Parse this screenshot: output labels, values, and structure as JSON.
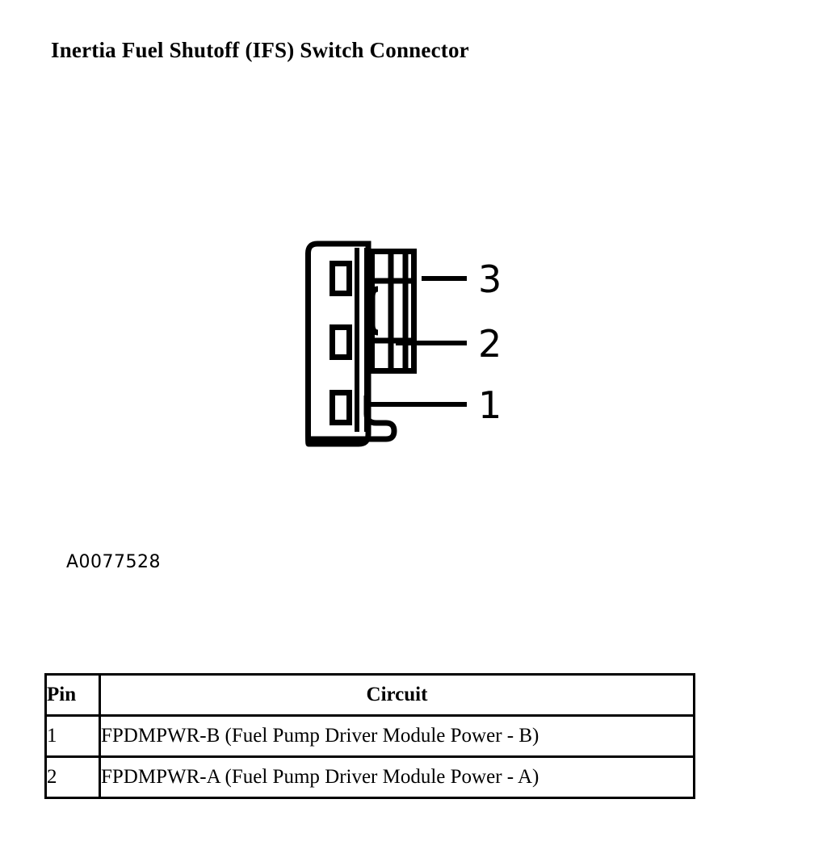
{
  "document": {
    "title": "Inertia Fuel Shutoff (IFS) Switch Connector",
    "part_number": "A0077528"
  },
  "figure": {
    "name": "ifs-switch-connector-face-view",
    "pin_callouts": [
      {
        "label": "3",
        "slot_index": 0
      },
      {
        "label": "2",
        "slot_index": 1
      },
      {
        "label": "1",
        "slot_index": 2
      }
    ]
  },
  "table": {
    "headers": {
      "pin": "Pin",
      "circuit": "Circuit"
    },
    "rows": [
      {
        "pin": "1",
        "circuit": "FPDMPWR-B (Fuel Pump Driver Module Power - B)"
      },
      {
        "pin": "2",
        "circuit": "FPDMPWR-A (Fuel Pump Driver Module Power - A)"
      }
    ]
  },
  "colors": {
    "ink": "#000000",
    "background": "#ffffff"
  }
}
